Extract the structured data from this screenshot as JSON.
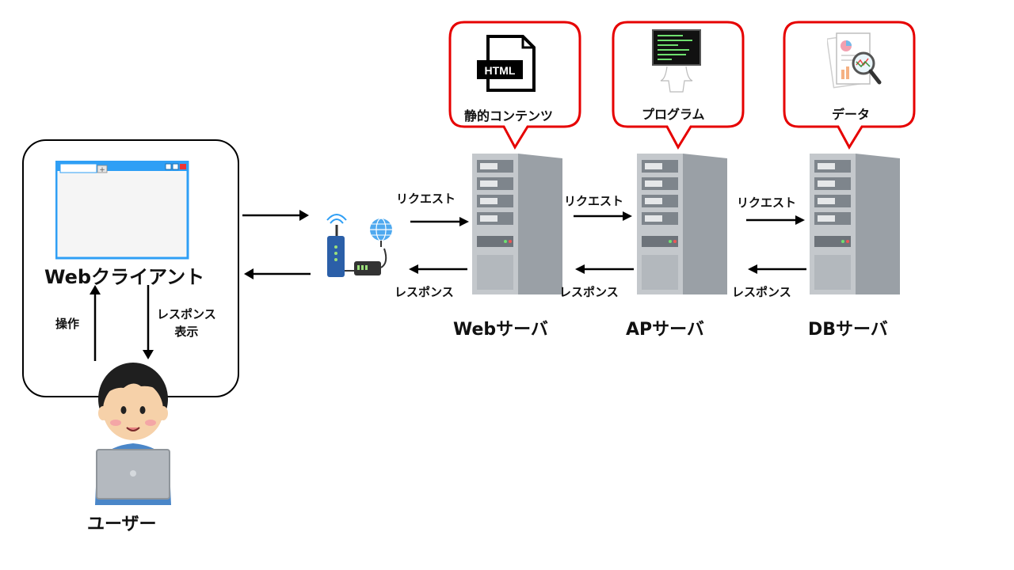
{
  "client": {
    "title": "Webクライアント",
    "operation_label": "操作",
    "response_display_label": "レスポンス\n表示"
  },
  "user": {
    "label": "ユーザー"
  },
  "servers": [
    {
      "name": "Webサーバ",
      "bubble_label": "静的コンテンツ",
      "bubble_icon_text": "HTML"
    },
    {
      "name": "APサーバ",
      "bubble_label": "プログラム"
    },
    {
      "name": "DBサーバ",
      "bubble_label": "データ"
    }
  ],
  "arrows": {
    "request": "リクエスト",
    "response": "レスポンス"
  },
  "colors": {
    "bubble_border": "#e60000",
    "browser_frame": "#2f9ff5",
    "server_body": "#9aa0a6"
  }
}
